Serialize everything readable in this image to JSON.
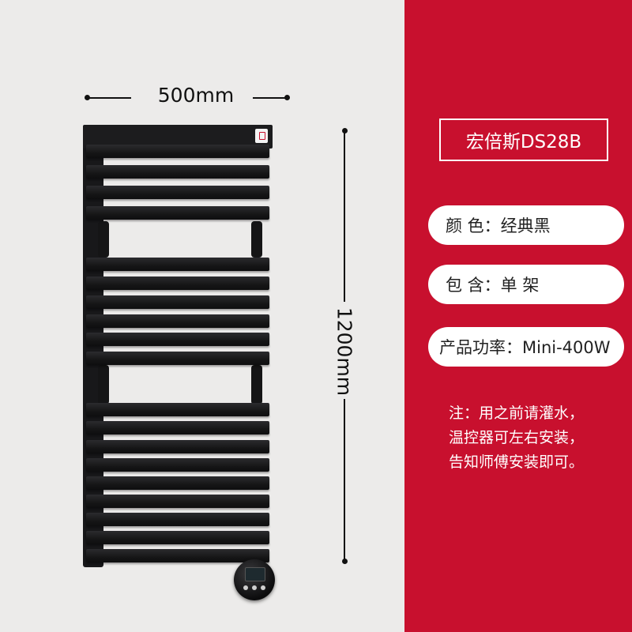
{
  "dimensions": {
    "width_label": "500mm",
    "height_label": "1200mm"
  },
  "product": {
    "title": "宏倍斯DS28B",
    "specs": [
      {
        "text": "颜  色：经典黑"
      },
      {
        "text": "包  含：单  架"
      },
      {
        "text": "产品功率：Mini-400W"
      }
    ],
    "note_lines": [
      "注：用之前请灌水，",
      "温控器可左右安装，",
      "告知师傅安装即可。"
    ]
  },
  "colors": {
    "panel": "#c8102e",
    "background": "#ecebea",
    "radiator": "#1c1c1e"
  }
}
